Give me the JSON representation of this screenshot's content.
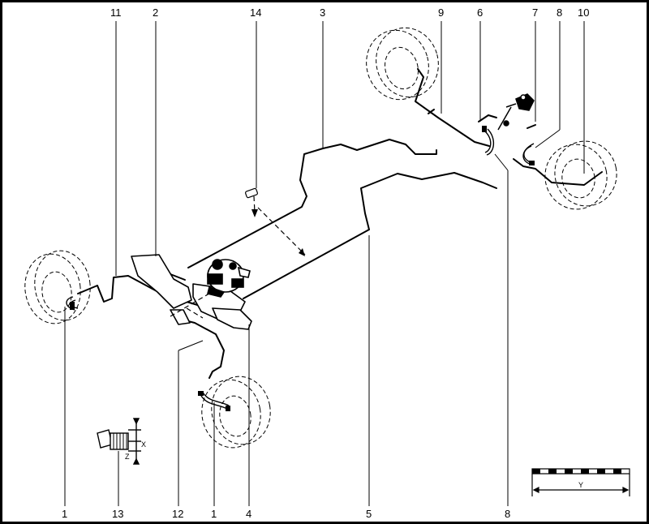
{
  "labels": {
    "top": [
      "11",
      "2",
      "14",
      "3",
      "9",
      "6",
      "7",
      "8",
      "10"
    ],
    "bottom": [
      "1",
      "13",
      "12",
      "1",
      "4",
      "5",
      "8"
    ]
  },
  "bolt": {
    "x_label": "X",
    "z_label": "Z"
  },
  "scale": {
    "y_label": "Y"
  }
}
